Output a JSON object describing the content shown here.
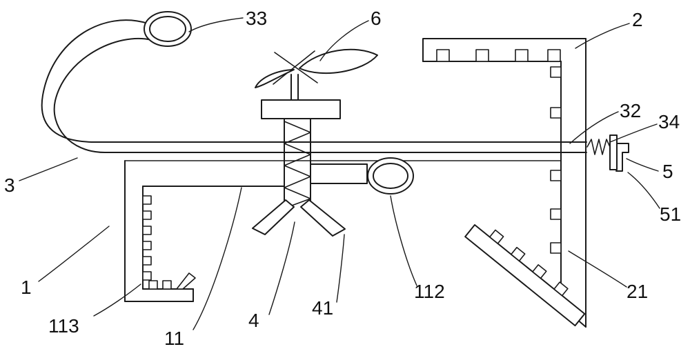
{
  "figure": {
    "background_color": "#ffffff",
    "line_color": "#1a1a1a",
    "label_color": "#111111"
  },
  "labels": [
    {
      "id": "part-33",
      "text": "33"
    },
    {
      "id": "part-6",
      "text": "6"
    },
    {
      "id": "part-2",
      "text": "2"
    },
    {
      "id": "part-32",
      "text": "32"
    },
    {
      "id": "part-34",
      "text": "34"
    },
    {
      "id": "part-5",
      "text": "5"
    },
    {
      "id": "part-51",
      "text": "51"
    },
    {
      "id": "part-3",
      "text": "3"
    },
    {
      "id": "part-1",
      "text": "1"
    },
    {
      "id": "part-113",
      "text": "113"
    },
    {
      "id": "part-11",
      "text": "11"
    },
    {
      "id": "part-4",
      "text": "4"
    },
    {
      "id": "part-41",
      "text": "41"
    },
    {
      "id": "part-112",
      "text": "112"
    },
    {
      "id": "part-21",
      "text": "21"
    }
  ]
}
